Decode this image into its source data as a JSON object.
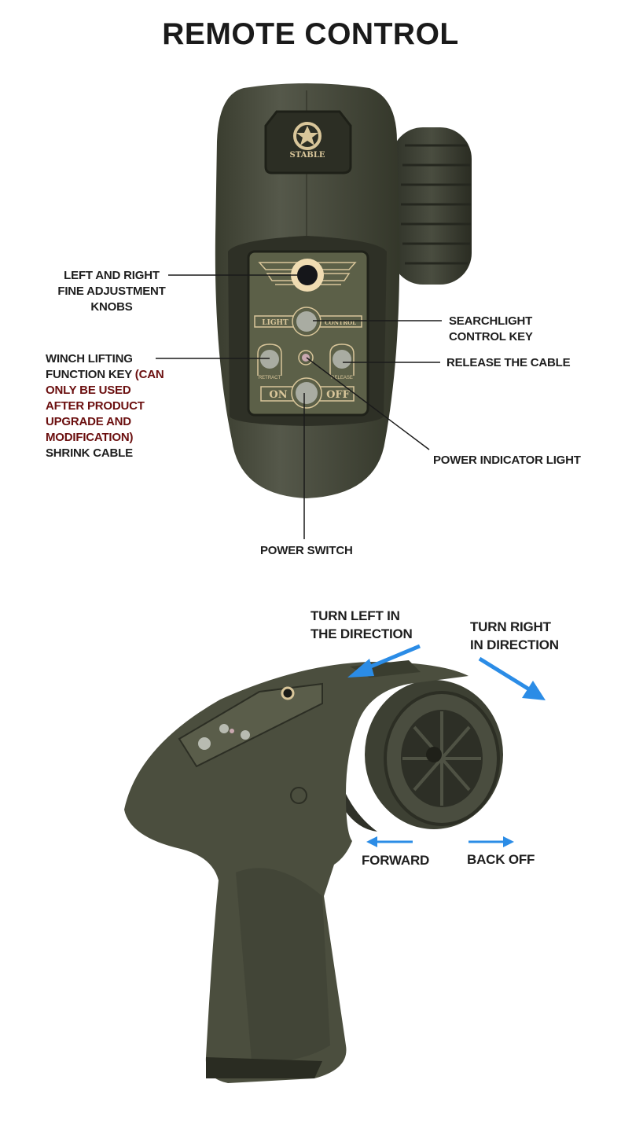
{
  "title": "REMOTE CONTROL",
  "remote_front": {
    "logo_text": "STABLE",
    "panel_labels": {
      "light": "LIGHT",
      "control": "CONTROL",
      "retract": "RETRACT",
      "release": "RELEASE",
      "on": "ON",
      "off": "OFF"
    }
  },
  "callouts": {
    "fine_adjust": [
      "LEFT AND RIGHT",
      "FINE ADJUSTMENT",
      "KNOBS"
    ],
    "searchlight": [
      "SEARCHLIGHT",
      "CONTROL KEY"
    ],
    "winch": {
      "line1": "WINCH LIFTING",
      "line2a": "FUNCTION KEY ",
      "line2b": "(CAN",
      "note": [
        "ONLY BE USED",
        "AFTER PRODUCT",
        "UPGRADE AND",
        "MODIFICATION)"
      ],
      "last": "SHRINK CABLE"
    },
    "release": "RELEASE THE CABLE",
    "power_light": "POWER INDICATOR LIGHT",
    "power_switch": "POWER SWITCH"
  },
  "directions": {
    "turn_left": [
      "TURN LEFT IN",
      "THE DIRECTION"
    ],
    "turn_right": [
      "TURN RIGHT",
      "IN DIRECTION"
    ],
    "forward": "FORWARD",
    "back_off": "BACK OFF"
  },
  "colors": {
    "arrow": "#2b8ce6",
    "note": "#6b0f0f",
    "body": "#4a4d3a"
  }
}
